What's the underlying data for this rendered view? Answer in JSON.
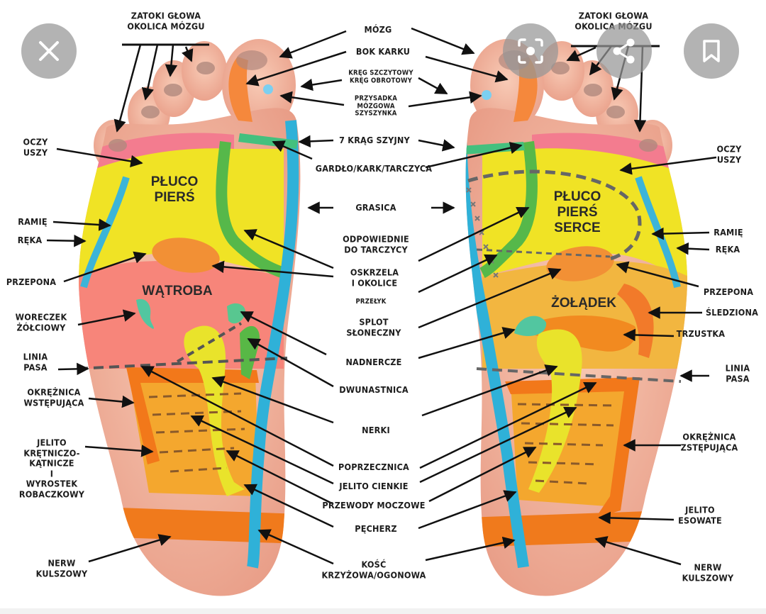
{
  "overlay": {
    "close_icon": "close-icon",
    "lens_icon": "image-search-icon",
    "share_icon": "share-icon",
    "bookmark_icon": "bookmark-icon"
  },
  "organ_titles": {
    "left_lung": "PŁUCO\nPIERŚ",
    "left_liver": "WĄTROBA",
    "right_lung": "PŁUCO\nPIERŚ\nSERCE",
    "right_stomach": "ŻOŁĄDEK"
  },
  "left_labels": {
    "sinuses": "ZATOKI GŁOWA\nOKOLICA MÓZGU",
    "eyes_ears": "OCZY\nUSZY",
    "shoulder": "RAMIĘ",
    "arm": "RĘKA",
    "diaphragm": "PRZEPONA",
    "gallbladder": "WORECZEK\nŻÓŁCIOWY",
    "waistline": "LINIA\nPASA",
    "ascending_colon": "OKRĘŻNICA\nWSTĘPUJĄCA",
    "ileocecal": "JELITO\nKRĘTNICZO-\nKĄTNICZE\nI\nWYROSTEK\nROBACZKOWY",
    "sciatic": "NERW\nKULSZOWY"
  },
  "center_labels": {
    "brain": "MÓZG",
    "neck_side": "BOK KARKU",
    "cervical_vertebra": "KRĘG SZCZYTOWY\nKRĘG OBROTOWY",
    "pituitary": "PRZYSADKA\nMÓZGOWA\nSZYSZYNKA",
    "c7": "7 KRĄG SZYJNY",
    "throat": "GARDŁO/KARK/TARCZYCA",
    "thymus": "GRASICA",
    "parathyroid": "ODPOWIEDNIE\nDO TARCZYCY",
    "bronchi": "OSKRZELA\nI OKOLICE",
    "esophagus": "PRZEŁYK",
    "solar_plexus": "SPLOT\nSŁONECZNY",
    "adrenals": "NADNERCZE",
    "duodenum": "DWUNASTNICA",
    "kidneys": "NERKI",
    "transverse": "POPRZECZNICA",
    "small_intestine": "JELITO CIENKIE",
    "ureters": "PRZEWODY MOCZOWE",
    "bladder": "PĘCHERZ",
    "sacrum": "KOŚĆ\nKRZYŻOWA/OGONOWA"
  },
  "right_labels": {
    "sinuses": "ZATOKI GŁOWA\nOKOLICA MÓZGU",
    "eyes_ears": "OCZY\nUSZY",
    "shoulder": "RAMIĘ",
    "arm": "RĘKA",
    "diaphragm": "PRZEPONA",
    "spleen": "ŚLEDZIONA",
    "pancreas": "TRZUSTKA",
    "waistline": "LINIA\nPASA",
    "descending_colon": "OKRĘŻNICA\nZSTĘPUJĄCA",
    "sigmoid": "JELITO\nESOWATE",
    "sciatic": "NERW\nKULSZOWY"
  },
  "colors": {
    "skin": "#f3b9a2",
    "lung": "#f1e320",
    "liver": "#f78377",
    "orange": "#f28a18",
    "green": "#52b848",
    "blue_line": "#38b2d6",
    "pink": "#f47a8a"
  }
}
